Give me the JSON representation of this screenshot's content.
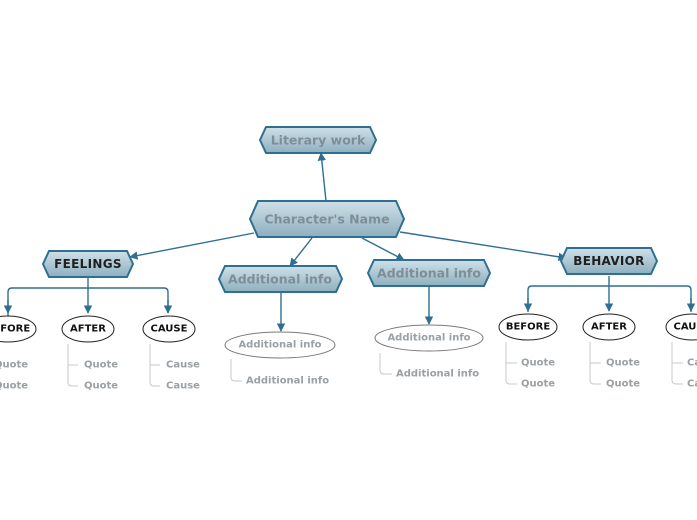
{
  "colors": {
    "edge": "#2e6f92",
    "hex_fill_top": "#c7d9e2",
    "hex_fill_bottom": "#8fb1c1",
    "leaf_line": "#c4c8cb"
  },
  "nodes": {
    "literary_work": "Literary work",
    "character_name": "Character's Name",
    "feelings": "FEELINGS",
    "behavior": "BEHAVIOR",
    "additional_info_left": "Additional info",
    "additional_info_right": "Additional info",
    "additional_info_oval_left": "Additional info",
    "additional_info_oval_right": "Additional info",
    "additional_info_leaf_left": "Additional info",
    "additional_info_leaf_right": "Additional info"
  },
  "feelings_branches": [
    {
      "label": "BEFORE",
      "leaves": [
        "Quote",
        "Quote"
      ]
    },
    {
      "label": "AFTER",
      "leaves": [
        "Quote",
        "Quote"
      ]
    },
    {
      "label": "CAUSE",
      "leaves": [
        "Cause",
        "Cause"
      ]
    }
  ],
  "behavior_branches": [
    {
      "label": "BEFORE",
      "leaves": [
        "Quote",
        "Quote"
      ]
    },
    {
      "label": "AFTER",
      "leaves": [
        "Quote",
        "Quote"
      ]
    },
    {
      "label": "CAUSE",
      "leaves": [
        "Cause",
        "Cause"
      ]
    }
  ]
}
